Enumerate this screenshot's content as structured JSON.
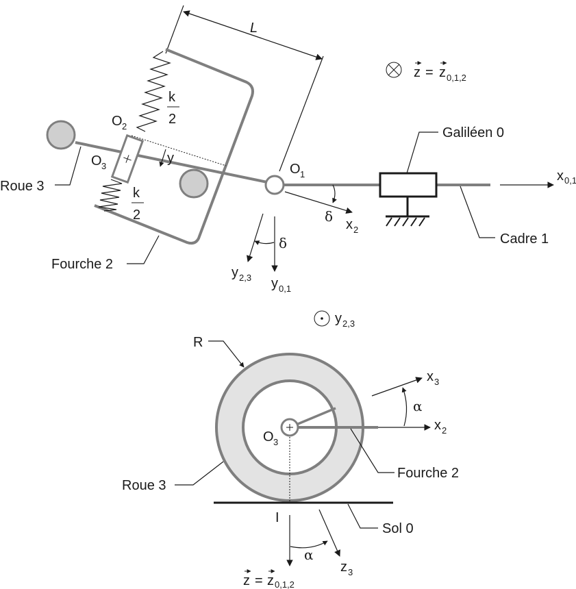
{
  "top_view": {
    "length_label": "L",
    "z_axis": {
      "symbol": "⊗",
      "lhs": "z",
      "eq": "=",
      "rhs": "z",
      "rhs_sub": "0,1,2"
    },
    "galilean_label": "Galiléen  0",
    "cadre_label": "Cadre 1",
    "fourche_label": "Fourche 2",
    "roue_label": "Roue 3",
    "point_o1": {
      "main": "O",
      "sub": "1"
    },
    "point_o2": {
      "main": "O",
      "sub": "2"
    },
    "point_o3": {
      "main": "O",
      "sub": "3"
    },
    "spring_top": {
      "num": "k",
      "den": "2"
    },
    "spring_bottom": {
      "num": "k",
      "den": "2"
    },
    "y_label": "y",
    "delta_top": "δ",
    "delta_bottom": "δ",
    "x01": {
      "main": "x",
      "sub": "0,1"
    },
    "x2": {
      "main": "x",
      "sub": "2"
    },
    "y23": {
      "main": "y",
      "sub": "2,3"
    },
    "y01": {
      "main": "y",
      "sub": "0,1"
    }
  },
  "side_view": {
    "y23_header": {
      "symbol": "⊙",
      "main": "y",
      "sub": "2,3"
    },
    "r_label": "R",
    "x3": {
      "main": "x",
      "sub": "3"
    },
    "x2": {
      "main": "x",
      "sub": "2"
    },
    "alpha_top": "α",
    "alpha_bottom": "α",
    "point_o3": {
      "main": "O",
      "sub": "3"
    },
    "fourche_label": "Fourche 2",
    "roue_label": "Roue 3",
    "sol_label": "Sol 0",
    "i_label": "I",
    "z3": {
      "main": "z",
      "sub": "3"
    },
    "z_bottom": {
      "lhs": "z",
      "eq": "=",
      "rhs": "z",
      "rhs_sub": "0,1,2"
    }
  }
}
